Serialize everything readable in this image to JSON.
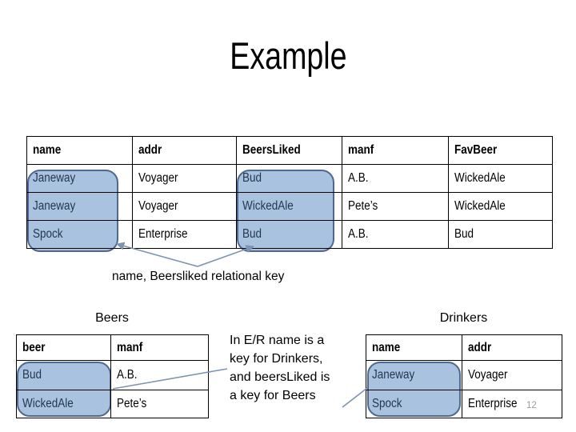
{
  "slide": {
    "title": "Example",
    "caption": "name, Beersliked relational key",
    "note_lines": [
      "In E/R name is a",
      "key for Drinkers,",
      "and beersLiked is",
      "a key for Beers"
    ],
    "page_number": "12"
  },
  "main_table": {
    "headers": [
      "name",
      "addr",
      "BeersLiked",
      "manf",
      "FavBeer"
    ],
    "rows": [
      [
        "Janeway",
        "Voyager",
        "Bud",
        "A.B.",
        "WickedAle"
      ],
      [
        "Janeway",
        "Voyager",
        "WickedAle",
        "Pete’s",
        "WickedAle"
      ],
      [
        "Spock",
        "Enterprise",
        "Bud",
        "A.B.",
        "Bud"
      ]
    ]
  },
  "beers_table": {
    "title": "Beers",
    "headers": [
      "beer",
      "manf"
    ],
    "rows": [
      [
        "Bud",
        "A.B."
      ],
      [
        "WickedAle",
        "Pete’s"
      ]
    ]
  },
  "drinkers_table": {
    "title": "Drinkers",
    "headers": [
      "name",
      "addr"
    ],
    "rows": [
      [
        "Janeway",
        "Voyager"
      ],
      [
        "Spock",
        "Enterprise"
      ]
    ]
  },
  "colors": {
    "highlight_fill": "#a9c2df",
    "highlight_border": "#50688f",
    "connector": "#7d95b3",
    "table_border": "#000000",
    "page_number": "#9a9a9a"
  }
}
